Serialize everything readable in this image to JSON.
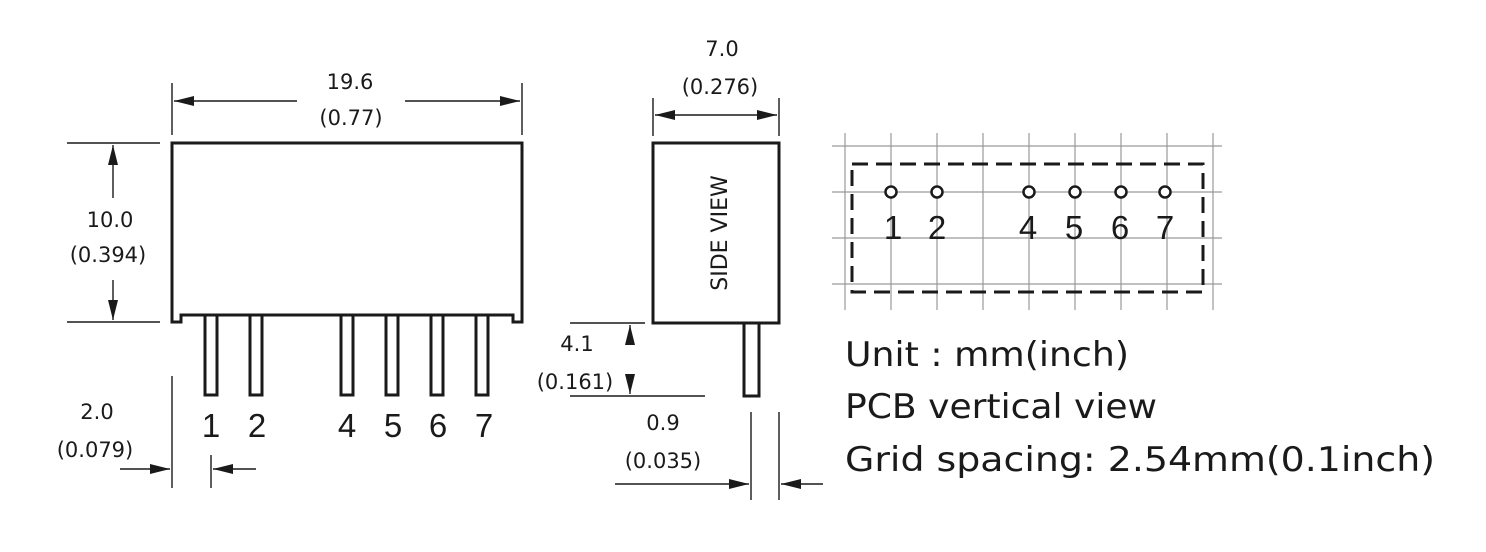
{
  "front_view": {
    "width_mm": "19.6",
    "width_in": "(0.77)",
    "height_mm": "10.0",
    "height_in": "(0.394)",
    "pin_pitch_mm": "2.0",
    "pin_pitch_in": "(0.079)",
    "pin_labels": [
      "1",
      "2",
      "4",
      "5",
      "6",
      "7"
    ]
  },
  "side_view": {
    "label": "SIDE VIEW",
    "depth_mm": "7.0",
    "depth_in": "(0.276)",
    "pin_length_mm": "4.1",
    "pin_length_in": "(0.161)",
    "pin_width_mm": "0.9",
    "pin_width_in": "(0.035)"
  },
  "pcb_view": {
    "pin_labels": [
      "1",
      "2",
      "4",
      "5",
      "6",
      "7"
    ]
  },
  "notes": {
    "unit": "Unit : mm(inch)",
    "view": "PCB vertical view",
    "grid": "Grid spacing: 2.54mm(0.1inch)"
  }
}
